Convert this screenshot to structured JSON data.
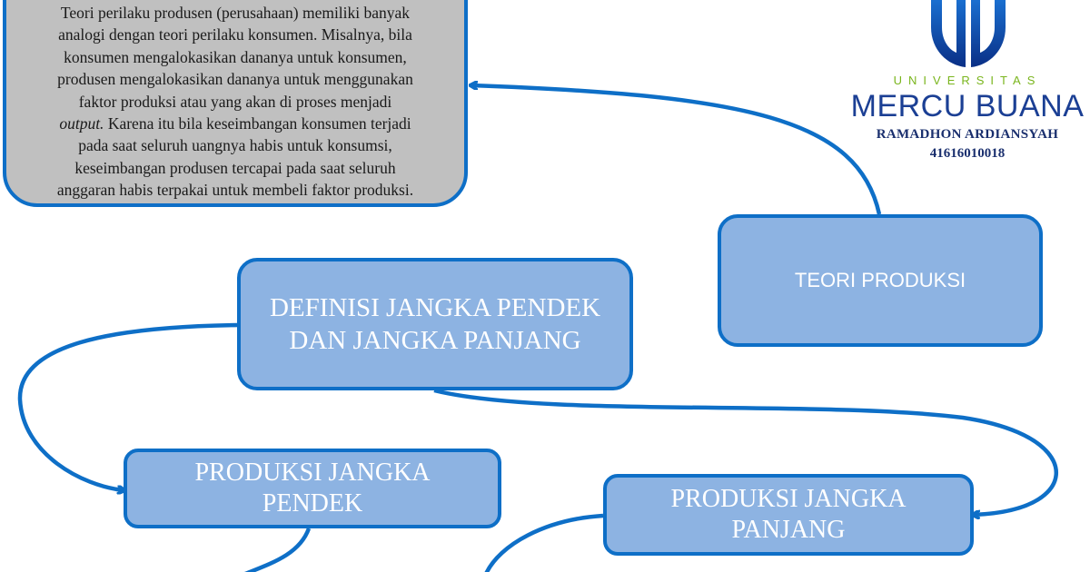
{
  "note": {
    "lines": [
      "Teori perilaku produsen (perusahaan) memiliki banyak",
      "analogi dengan teori perilaku konsumen. Misalnya, bila",
      "konsumen mengalokasikan dananya untuk konsumen,",
      "produsen mengalokasikan dananya untuk menggunakan",
      "faktor produksi atau yang akan di proses menjadi",
      "output.",
      " Karena itu bila keseimbangan konsumen terjadi",
      "pada saat seluruh uangnya habis untuk konsumsi,",
      "keseimbangan produsen tercapai pada saat seluruh",
      "anggaran habis terpakai untuk membeli faktor produksi."
    ]
  },
  "nodes": {
    "teori": "TEORI PRODUKSI",
    "definisi": [
      "DEFINISI JANGKA PENDEK",
      "DAN JANGKA PANJANG"
    ],
    "pendek": [
      "PRODUKSI JANGKA",
      "PENDEK"
    ],
    "panjang": [
      "PRODUKSI JANGKA",
      "PANJANG"
    ]
  },
  "logo": {
    "university_label": "UNIVERSITAS",
    "university_name": "MERCU BUANA",
    "author": "RAMADHON ARDIANSYAH",
    "student_id": "41616010018"
  },
  "colors": {
    "node_fill": "#8db3e2",
    "node_border": "#0e6fc7",
    "note_fill": "#c0c0c0",
    "connector": "#0e6fc7"
  }
}
